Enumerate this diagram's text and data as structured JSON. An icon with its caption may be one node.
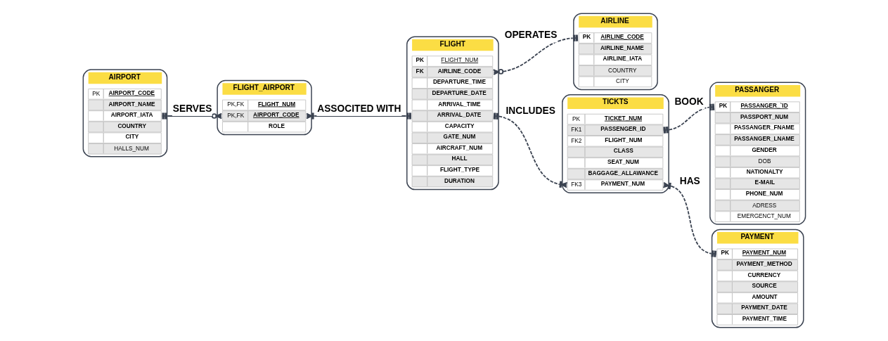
{
  "diagram": {
    "nodes": [
      {
        "text": [
          "AIRPORT"
        ]
      },
      {
        "text": [
          "PK",
          "AIRPORT_CODE"
        ],
        "in": 0
      },
      {
        "text": [
          "AIRPORT_NAME"
        ],
        "in": 0
      },
      {
        "text": [
          "AIRPORT_IATA"
        ],
        "in": 0
      },
      {
        "text": [
          "COUNTRY"
        ],
        "in": 0
      },
      {
        "text": [
          "CITY"
        ],
        "in": 0
      },
      {
        "text": [
          "HALLS_NUM"
        ],
        "in": 0
      },
      {
        "text": [
          "FLIGHT_AIRPORT"
        ]
      },
      {
        "text": [
          "PK,FK",
          "FLIGHT_NUM"
        ],
        "in": 7
      },
      {
        "text": [
          "PK,FK",
          "AIRPORT_CODE"
        ],
        "in": 7
      },
      {
        "text": [
          "ROLE"
        ],
        "in": 7
      },
      {
        "text": [
          "FLIGHT"
        ]
      },
      {
        "text": [
          "PK",
          "FLIGHT_NUM"
        ],
        "in": 11
      },
      {
        "text": [
          "FK",
          "AIRLINE_CODE"
        ],
        "in": 11
      },
      {
        "text": [
          "DEPARTURE_TIME"
        ],
        "in": 11
      },
      {
        "text": [
          "DEPARTURE_DATE"
        ],
        "in": 11
      },
      {
        "text": [
          "ARRIVAL_TIME"
        ],
        "in": 11
      },
      {
        "text": [
          "ARRIVAL_DATE"
        ],
        "in": 11
      },
      {
        "text": [
          "CAPACITY"
        ],
        "in": 11
      },
      {
        "text": [
          "GATE_NUM"
        ],
        "in": 11
      },
      {
        "text": [
          "AIRCRAFT_NUM"
        ],
        "in": 11
      },
      {
        "text": [
          "HALL"
        ],
        "in": 11
      },
      {
        "text": [
          "FLIGHT_TYPE"
        ],
        "in": 11
      },
      {
        "text": [
          "DURATION"
        ],
        "in": 11
      },
      {
        "text": [
          "AIRLINE"
        ]
      },
      {
        "text": [
          "PK",
          "AIRLINE_CODE"
        ],
        "in": 24
      },
      {
        "text": [
          "AIRLINE_NAME"
        ],
        "in": 24
      },
      {
        "text": [
          "AIRLINE_IATA"
        ],
        "in": 24
      },
      {
        "text": [
          "COUNTRY"
        ],
        "in": 24
      },
      {
        "text": [
          "CITY"
        ],
        "in": 24
      },
      {
        "text": [
          "TICKTS"
        ]
      },
      {
        "text": [
          "PK",
          "TICKET_NUM"
        ],
        "in": 30
      },
      {
        "text": [
          "FK1",
          "PASSENGER_ID"
        ],
        "in": 30
      },
      {
        "text": [
          "FK2",
          "FLIGHT_NUM"
        ],
        "in": 30
      },
      {
        "text": [
          "CLASS"
        ],
        "in": 30
      },
      {
        "text": [
          "SEAT_NUM"
        ],
        "in": 30
      },
      {
        "text": [
          "BAGGAGE_ALLAWANCE"
        ],
        "in": 30
      },
      {
        "text": [
          "FK3",
          "PAYMENT_NUM"
        ],
        "in": 30
      },
      {
        "text": [
          "PASSANGER"
        ]
      },
      {
        "text": [
          "PK",
          "PASSANGER_`ID"
        ],
        "in": 38
      },
      {
        "text": [
          "PASSPORT_NUM"
        ],
        "in": 38
      },
      {
        "text": [
          "PASSANGER_FNAME"
        ],
        "in": 38
      },
      {
        "text": [
          "PASSANGER_LNAME"
        ],
        "in": 38
      },
      {
        "text": [
          "GENDER"
        ],
        "in": 38
      },
      {
        "text": [
          "DOB"
        ],
        "in": 38
      },
      {
        "text": [
          "NATIONALTY"
        ],
        "in": 38
      },
      {
        "text": [
          "E-MAIL"
        ],
        "in": 38
      },
      {
        "text": [
          "PHONE_NUM"
        ],
        "in": 38
      },
      {
        "text": [
          "ADRESS"
        ],
        "in": 38
      },
      {
        "text": [
          "EMERGENCT_NUM"
        ],
        "in": 38
      },
      {
        "text": [
          "PAYMENT"
        ]
      },
      {
        "text": [
          "PK",
          "PAYMENT_NUM"
        ],
        "in": 50
      },
      {
        "text": [
          "PAYMENT_METHOD"
        ],
        "in": 50
      },
      {
        "text": [
          "CURRENCY"
        ],
        "in": 50
      },
      {
        "text": [
          "SOURCE"
        ],
        "in": 50
      },
      {
        "text": [
          "AMOUNT"
        ],
        "in": 50
      },
      {
        "text": [
          "PAYMENT_DATE"
        ],
        "in": 50
      },
      {
        "text": [
          "PAYMENT_TIME"
        ],
        "in": 50
      }
    ],
    "edges": [
      {
        "from": 3,
        "to": 9,
        "arrow": "other",
        "label": "SERVES"
      },
      {
        "from": 9,
        "to": 17,
        "arrow": "other",
        "label": "ASSOCITED WITH"
      },
      {
        "from": 13,
        "to": 25,
        "arrow": "other",
        "label": "OPERATES",
        "style": "dashed"
      },
      {
        "from": 17,
        "to": 37,
        "arrow": "other",
        "label": "INCLUDES",
        "style": "dashed"
      },
      {
        "from": 32,
        "to": 39,
        "arrow": "other",
        "label": "BOOK",
        "style": "dashed"
      },
      {
        "from": 37,
        "to": 51,
        "arrow": "other",
        "label": "HAS",
        "style": "dashed"
      }
    ]
  }
}
